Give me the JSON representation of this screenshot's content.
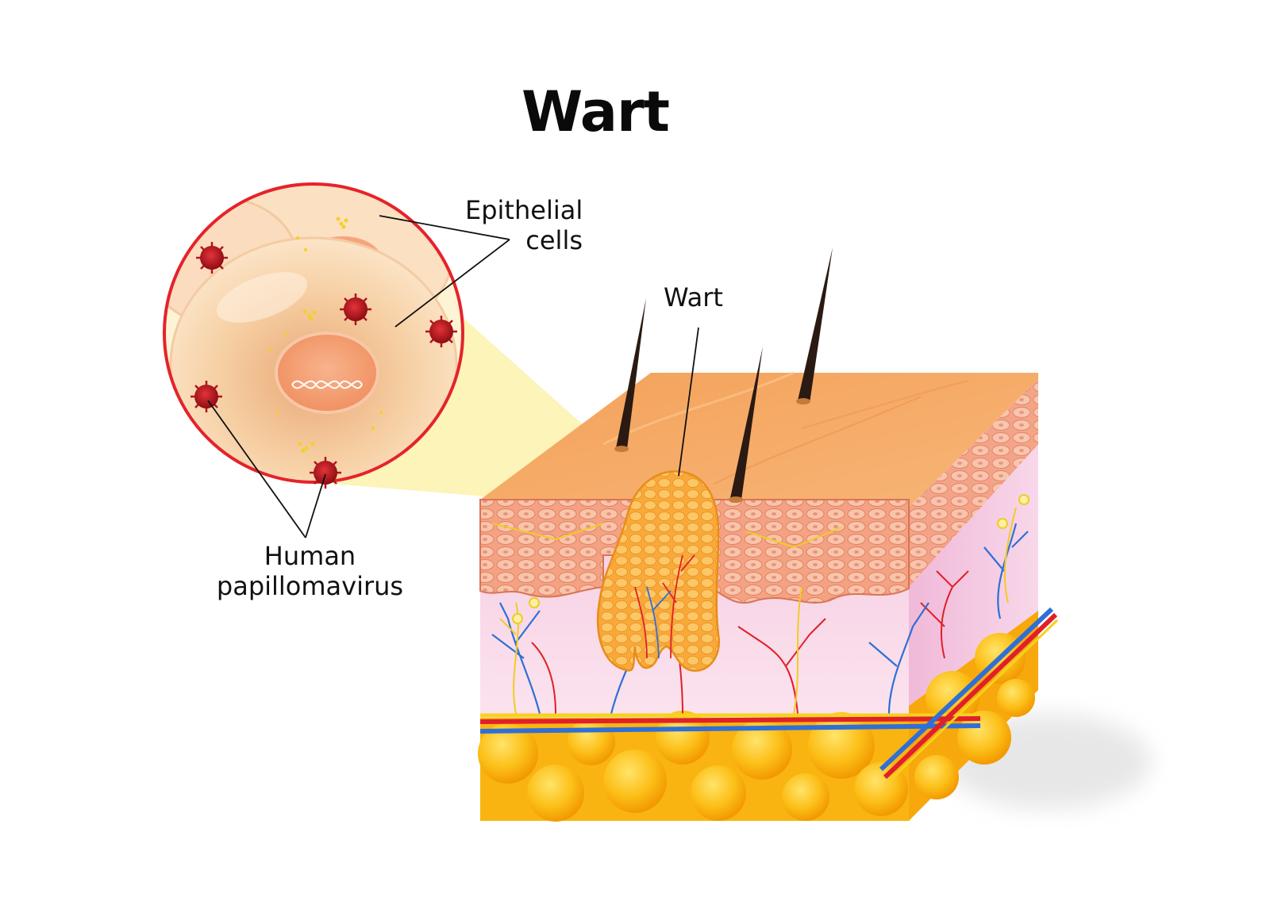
{
  "title": "Wart",
  "labels": {
    "epithelial_line1": "Epithelial",
    "epithelial_line2": "cells",
    "wart": "Wart",
    "hpv_line1": "Human",
    "hpv_line2": "papillomavirus"
  },
  "colors": {
    "skin_top": "#f6a85e",
    "epidermis": "#f3a07e",
    "dermis": "#f8d6e6",
    "fat": "#fbb712",
    "wart": "#f9b64a",
    "virus": "#b5121b",
    "artery": "#e0202a",
    "vein": "#2f6fd6",
    "nerve": "#f5d21e",
    "zoom_circle_border": "#e5232a",
    "zoom_cone": "#fbf2a6"
  }
}
